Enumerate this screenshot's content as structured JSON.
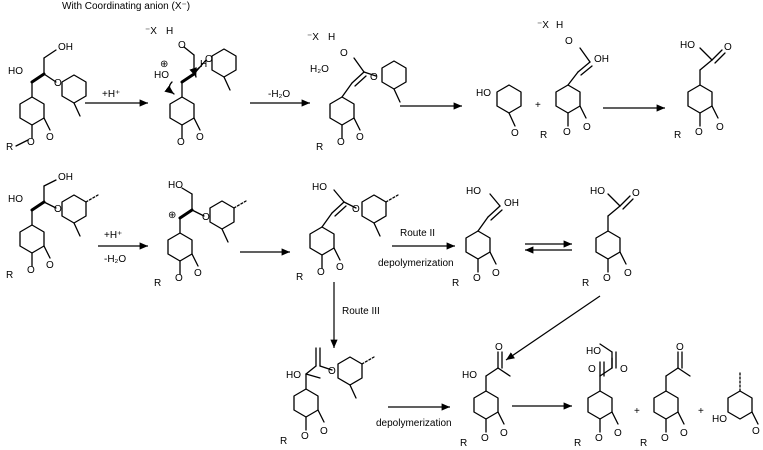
{
  "title": "With Coordinating anion (X⁻)",
  "reagents": {
    "h_plus_1": "+H⁺",
    "minus_water_1": "-H₂O",
    "h_plus_2": "+H⁺",
    "minus_water_2": "-H₂O"
  },
  "routes": {
    "route_2": "Route II",
    "route_3": "Route III",
    "depolymerization_1": "depolymerization",
    "depolymerization_2": "depolymerization"
  },
  "plus_sign": "+",
  "atoms": {
    "oh": "OH",
    "ho": "HO",
    "o": "O",
    "r": "R",
    "h": "H",
    "h2o": "H₂O",
    "x_minus": "⁻X",
    "h_dot": "H",
    "oplus": "⊕",
    "plus": "⊕"
  }
}
